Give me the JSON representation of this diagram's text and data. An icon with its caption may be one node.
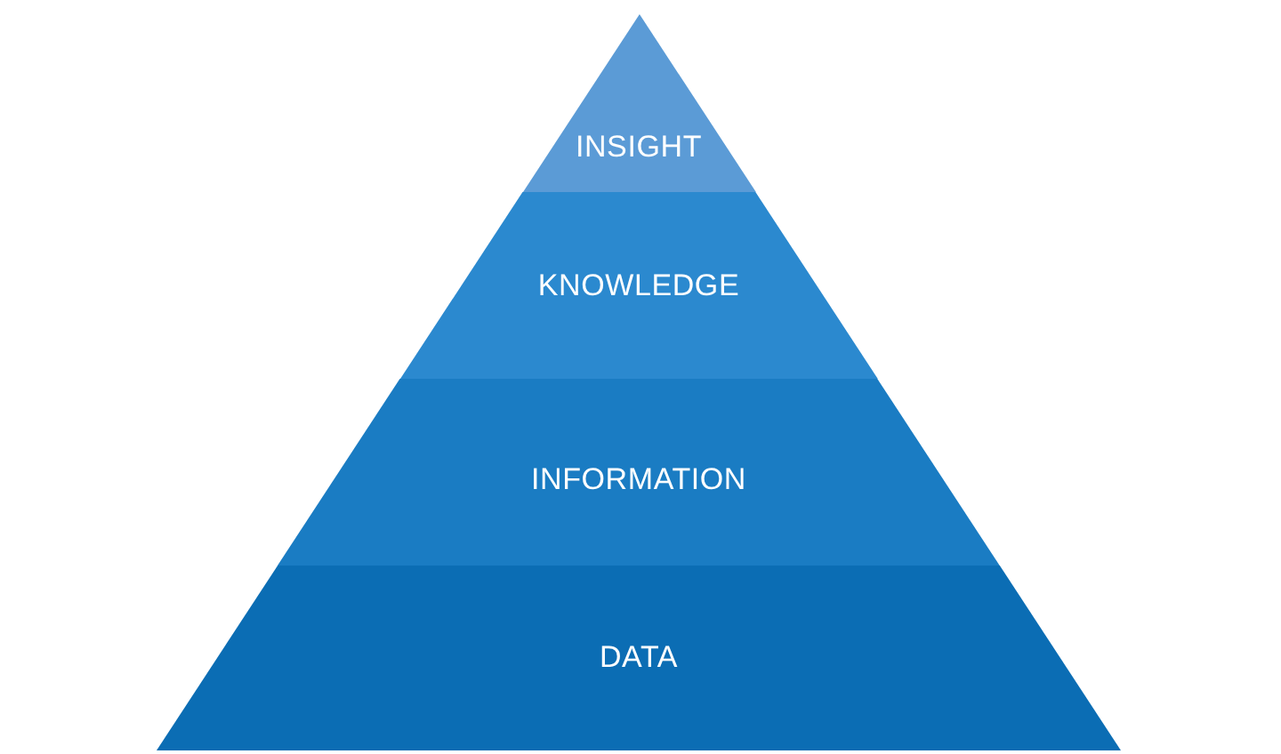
{
  "diagram": {
    "nodes": [
      {
        "text": [
          "INSIGHT"
        ]
      },
      {
        "text": [
          "KNOWLEDGE"
        ]
      },
      {
        "text": [
          "INFORMATION"
        ]
      },
      {
        "text": [
          "DATA"
        ]
      }
    ]
  }
}
